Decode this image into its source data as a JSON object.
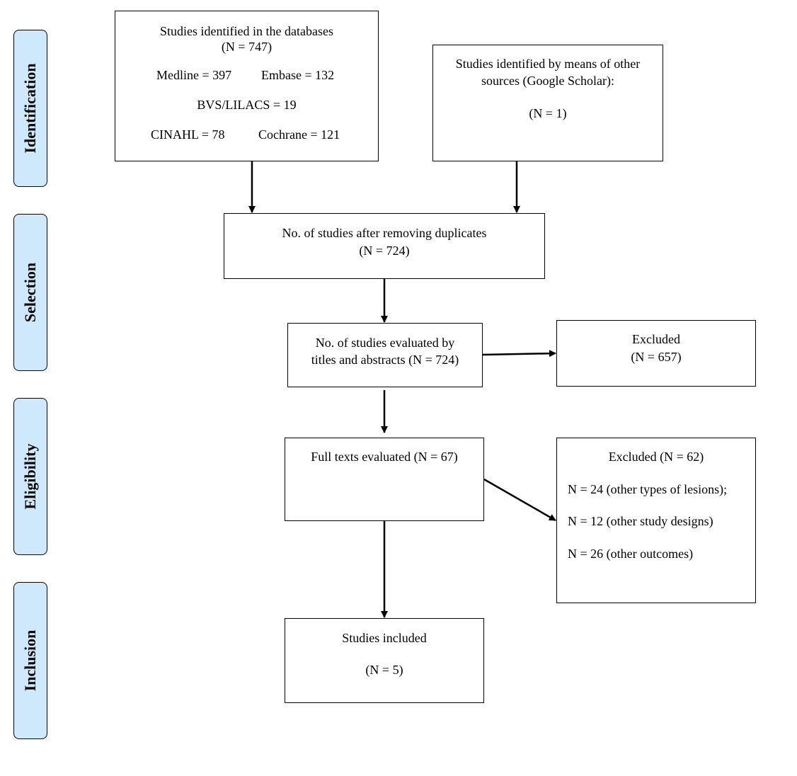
{
  "phases": {
    "identification": "Identification",
    "selection": "Selection",
    "eligibility": "Eligibility",
    "inclusion": "Inclusion"
  },
  "boxes": {
    "databases": {
      "title": "Studies identified in the databases",
      "count": "(N = 747)",
      "medline": "Medline = 397",
      "embase": "Embase = 132",
      "bvs": "BVS/LILACS = 19",
      "cinahl": "CINAHL = 78",
      "cochrane": "Cochrane = 121"
    },
    "other_sources": {
      "line1": "Studies identified by means of other",
      "line2": "sources (Google Scholar):",
      "count": "(N = 1)"
    },
    "duplicates": {
      "line1": "No. of studies after removing duplicates",
      "count": "(N = 724)"
    },
    "titles_abstracts": {
      "line1": "No. of studies evaluated by",
      "line2": "titles and abstracts (N = 724)"
    },
    "excluded_1": {
      "line1": "Excluded",
      "count": "(N = 657)"
    },
    "full_texts": {
      "line1": "Full texts evaluated (N = 67)"
    },
    "excluded_2": {
      "title": "Excluded (N = 62)",
      "reason1": "N = 24 (other types of lesions);",
      "reason2": "N = 12 (other study designs)",
      "reason3": "N = 26 (other outcomes)"
    },
    "included": {
      "line1": "Studies included",
      "count": "(N = 5)"
    }
  },
  "colors": {
    "phase_fill": "#cde9fb",
    "stroke": "#000000"
  }
}
